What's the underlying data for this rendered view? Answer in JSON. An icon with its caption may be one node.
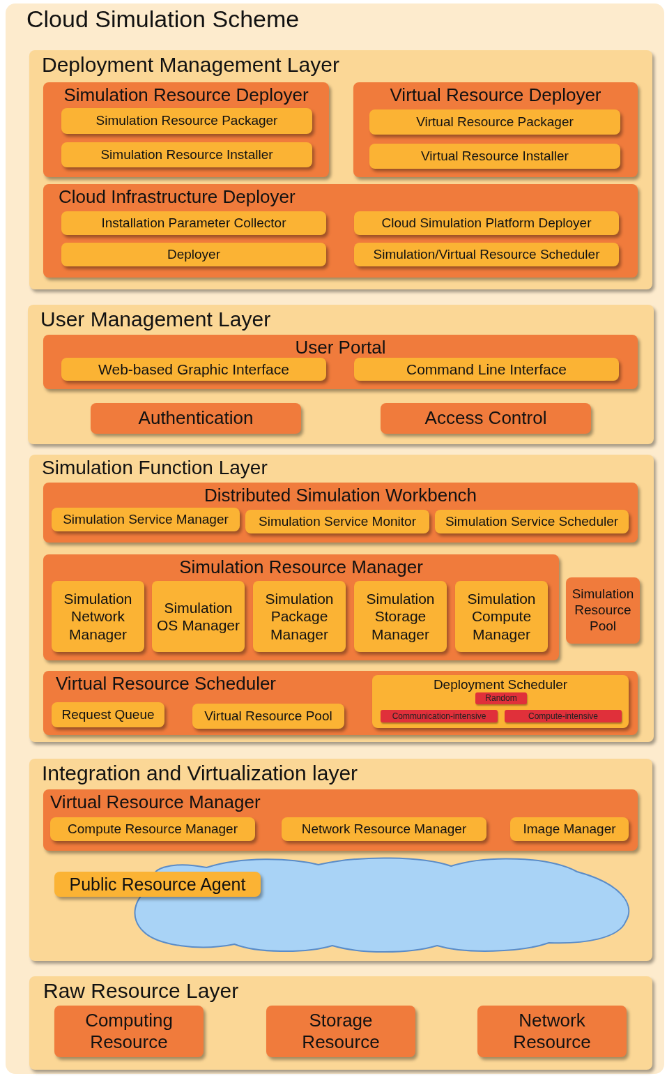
{
  "diagram": {
    "nodes": [
      {
        "text": [
          "Cloud Simulation Scheme"
        ]
      },
      {
        "text": [
          "Deployment Management Layer"
        ],
        "in": 0
      },
      {
        "text": [
          "Simulation Resource Deployer"
        ],
        "in": 1
      },
      {
        "text": [
          "Simulation Resource Packager"
        ],
        "in": 2
      },
      {
        "text": [
          "Simulation Resource Installer"
        ],
        "in": 2
      },
      {
        "text": [
          "Virtual Resource Deployer"
        ],
        "in": 1
      },
      {
        "text": [
          "Virtual Resource Packager"
        ],
        "in": 5
      },
      {
        "text": [
          "Virtual Resource Installer"
        ],
        "in": 5
      },
      {
        "text": [
          "Cloud Infrastructure Deployer"
        ],
        "in": 1
      },
      {
        "text": [
          "Installation Parameter Collector"
        ],
        "in": 8
      },
      {
        "text": [
          "Cloud Simulation Platform Deployer"
        ],
        "in": 8
      },
      {
        "text": [
          "Deployer"
        ],
        "in": 8
      },
      {
        "text": [
          "Simulation/Virtual Resource Scheduler"
        ],
        "in": 8
      },
      {
        "text": [
          "User Management Layer"
        ],
        "in": 0
      },
      {
        "text": [
          "User Portal"
        ],
        "in": 13
      },
      {
        "text": [
          "Web-based Graphic Interface"
        ],
        "in": 14
      },
      {
        "text": [
          "Command Line Interface"
        ],
        "in": 14
      },
      {
        "text": [
          "Authentication"
        ],
        "in": 13
      },
      {
        "text": [
          "Access Control"
        ],
        "in": 13
      },
      {
        "text": [
          "Simulation Function Layer"
        ],
        "in": 0
      },
      {
        "text": [
          "Distributed Simulation Workbench"
        ],
        "in": 19
      },
      {
        "text": [
          "Simulation Service Manager"
        ],
        "in": 20
      },
      {
        "text": [
          "Simulation Service Monitor"
        ],
        "in": 20
      },
      {
        "text": [
          "Simulation Service Scheduler"
        ],
        "in": 20
      },
      {
        "text": [
          "Simulation Resource Manager"
        ],
        "in": 19
      },
      {
        "text": [
          "Simulation Network Manager"
        ],
        "in": 24
      },
      {
        "text": [
          "Simulation OS Manager"
        ],
        "in": 24
      },
      {
        "text": [
          "Simulation Package Manager"
        ],
        "in": 24
      },
      {
        "text": [
          "Simulation Storage Manager"
        ],
        "in": 24
      },
      {
        "text": [
          "Simulation Compute Manager"
        ],
        "in": 24
      },
      {
        "text": [
          "Simulation Resource Pool"
        ],
        "in": 19
      },
      {
        "text": [
          "Virtual Resource Scheduler"
        ],
        "in": 19
      },
      {
        "text": [
          "Request Queue"
        ],
        "in": 31
      },
      {
        "text": [
          "Virtual Resource Pool"
        ],
        "in": 31
      },
      {
        "text": [
          "Deployment Scheduler"
        ],
        "in": 31
      },
      {
        "text": [
          "Random"
        ],
        "in": 34
      },
      {
        "text": [
          "Communication-intensive"
        ],
        "in": 34
      },
      {
        "text": [
          "Compute-intensive"
        ],
        "in": 34
      },
      {
        "text": [
          "Integration and Virtualization layer"
        ],
        "in": 0
      },
      {
        "text": [
          "Virtual Resource Manager"
        ],
        "in": 38
      },
      {
        "text": [
          "Compute Resource Manager"
        ],
        "in": 39
      },
      {
        "text": [
          "Network Resource Manager"
        ],
        "in": 39
      },
      {
        "text": [
          "Image Manager"
        ],
        "in": 39
      },
      {
        "text": [
          "Public Resource Agent"
        ],
        "in": 38
      },
      {
        "text": [],
        "shape": "cloud",
        "in": 38
      },
      {
        "text": [
          "Raw Resource Layer"
        ],
        "in": 0
      },
      {
        "text": [
          "Computing Resource"
        ],
        "in": 45
      },
      {
        "text": [
          "Storage Resource"
        ],
        "in": 45
      },
      {
        "text": [
          "Network Resource"
        ],
        "in": 45
      }
    ]
  }
}
